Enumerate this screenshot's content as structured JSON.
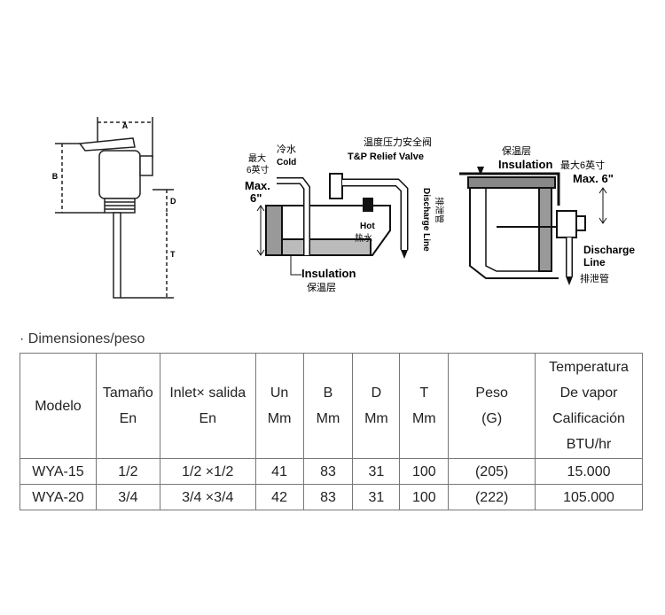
{
  "diagrams": {
    "valve": {
      "labels": {
        "a": "A",
        "b": "B",
        "d": "D",
        "t": "T"
      }
    },
    "tank": {
      "labels": {
        "cold_cn": "冷水",
        "cold_en": "Cold",
        "max_cn_1": "最大",
        "max_cn_2": "6英寸",
        "max_en": "Max.",
        "max_inch": "6\"",
        "relief_cn": "温度压力安全阀",
        "relief_en": "T&P Relief Valve",
        "hot_en": "Hot",
        "hot_cn": "热水",
        "discharge_en": "Discharge Line",
        "discharge_cn": "排泄管",
        "insulation_en": "Insulation",
        "insulation_cn": "保温层"
      }
    },
    "side": {
      "labels": {
        "insulation_cn": "保温层",
        "insulation_en": "Insulation",
        "max_cn": "最大6英寸",
        "max_en": "Max. 6\"",
        "discharge_en_1": "Discharge",
        "discharge_en_2": "Line",
        "discharge_cn": "排泄管"
      }
    }
  },
  "section_title": "· Dimensiones/peso",
  "table": {
    "headers": [
      [
        "Modelo"
      ],
      [
        "Tamaño",
        "En"
      ],
      [
        "Inlet× salida",
        "En"
      ],
      [
        "Un",
        "Mm"
      ],
      [
        "B",
        "Mm"
      ],
      [
        "D",
        "Mm"
      ],
      [
        "T",
        "Mm"
      ],
      [
        "Peso",
        "(G)"
      ],
      [
        "Temperatura",
        "De vapor",
        "Calificación",
        "BTU/hr"
      ]
    ],
    "rows": [
      [
        "WYA-15",
        "1/2",
        "1/2 ×1/2",
        "41",
        "83",
        "31",
        "100",
        "(205)",
        "15.000"
      ],
      [
        "WYA-20",
        "3/4",
        "3/4 ×3/4",
        "42",
        "83",
        "31",
        "100",
        "(222)",
        "105.000"
      ]
    ]
  }
}
